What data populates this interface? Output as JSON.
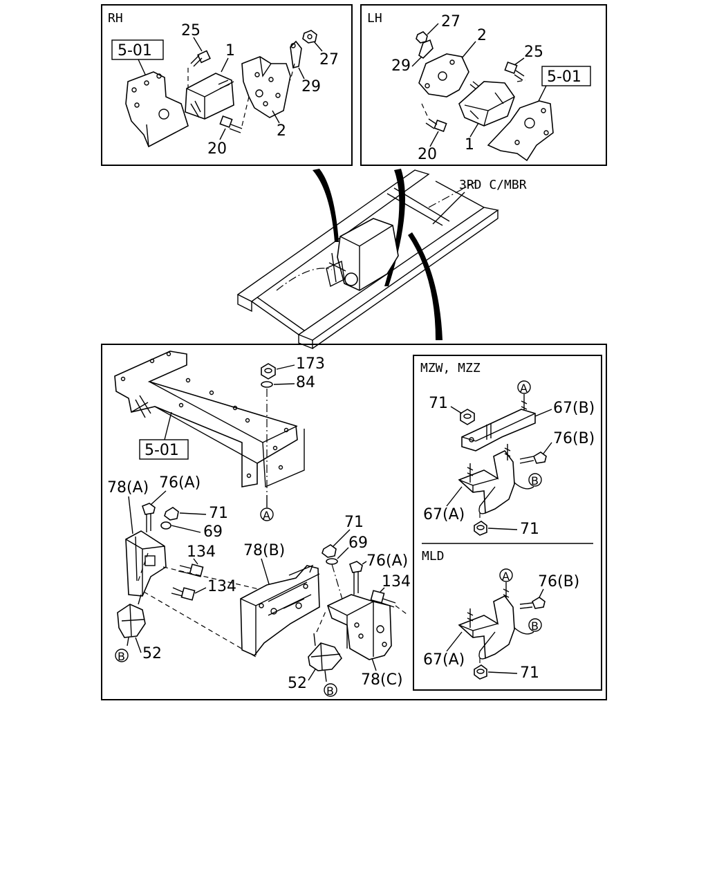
{
  "panels": {
    "rh": {
      "title": "RH"
    },
    "lh": {
      "title": "LH"
    },
    "mzw": {
      "title": "MZW, MZZ"
    },
    "mld": {
      "title": "MLD"
    }
  },
  "frame_label": "3RD C/MBR",
  "ref_box": "5-01",
  "circle_labels": {
    "a": "A",
    "b": "B"
  },
  "callouts": {
    "rh": [
      "25",
      "1",
      "27",
      "29",
      "2",
      "20"
    ],
    "lh": [
      "27",
      "2",
      "29",
      "25",
      "20",
      "1"
    ],
    "bottom": [
      "173",
      "84",
      "78(A)",
      "76(A)",
      "71",
      "69",
      "134",
      "134",
      "52",
      "78(B)",
      "71",
      "69",
      "76(A)",
      "134",
      "52",
      "78(C)"
    ],
    "mzw": [
      "71",
      "67(B)",
      "76(B)",
      "67(A)",
      "71"
    ],
    "mld": [
      "76(B)",
      "67(A)",
      "71"
    ]
  }
}
